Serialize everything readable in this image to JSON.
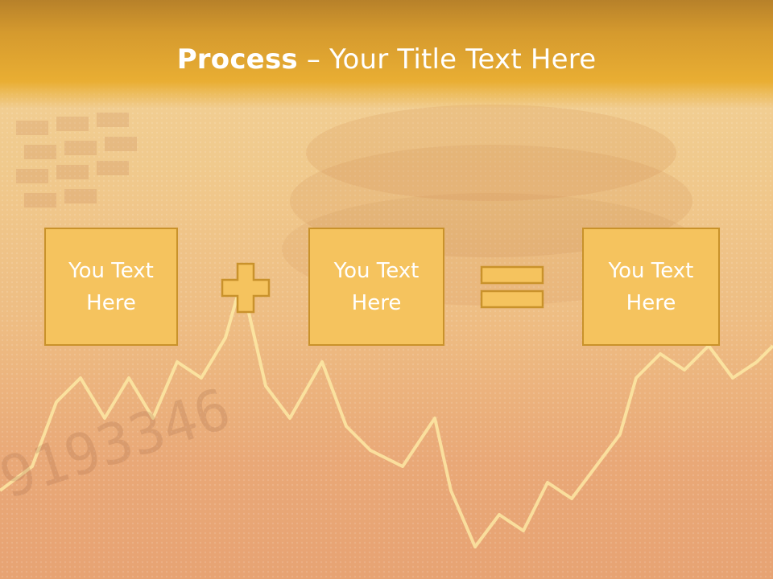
{
  "slide": {
    "title_bold": "Process",
    "title_rest": " – Your Title Text Here",
    "boxes": [
      {
        "text": "You Text\nHere"
      },
      {
        "text": "You Text\nHere"
      },
      {
        "text": "You Text\nHere"
      }
    ],
    "operators": [
      "plus-icon",
      "equals-icon"
    ],
    "background_text": "9193346",
    "colors": {
      "header": "#e9ae33",
      "box_fill": "#f5c35e",
      "box_border": "#c9922b",
      "text": "#ffffff"
    }
  }
}
